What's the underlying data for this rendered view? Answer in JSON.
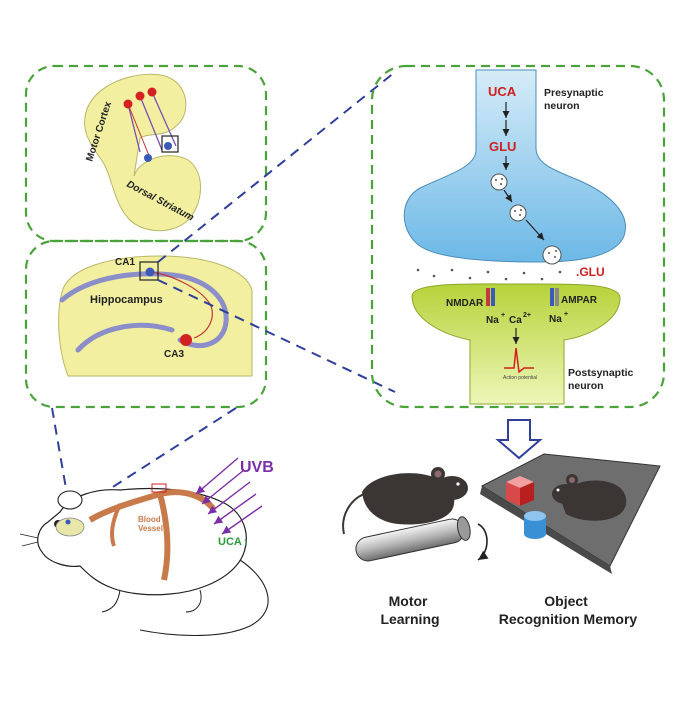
{
  "figure": {
    "left": {
      "motor_cortex": "Motor Cortex",
      "dorsal_striatum": "Dorsal Striatum",
      "ca1": "CA1",
      "hippocampus": "Hippocampus",
      "ca3": "CA3"
    },
    "synapse": {
      "uca": "UCA",
      "glu_top": "GLU",
      "presynaptic": [
        "Presynaptic",
        "neuron"
      ],
      "glu_release": ".GLU",
      "nmdar": "NMDAR",
      "ampar": "AMPAR",
      "na_left": "Na",
      "ca": "Ca",
      "ca_sup": "2+",
      "na_right": "Na",
      "plus": "+",
      "action_potential": "Action potential",
      "postsynaptic": [
        "Postsynaptic",
        "neuron"
      ]
    },
    "mouse": {
      "uvb": "UVB",
      "uca_up": "UCA",
      "uca_arrow": "↑",
      "blood_vessel": [
        "Blood",
        "Vessel"
      ]
    },
    "outcomes": {
      "motor_learning": [
        "Motor",
        "Learning"
      ],
      "object_recognition": [
        "Object",
        "Recognition Memory"
      ]
    },
    "colors": {
      "dash_green": "#4aa23b",
      "dash_blue": "#2f3f9a",
      "brain_yellow": "#f2f0a0",
      "presyn_blue": "#7ec4ea",
      "postsyn_green": "#c5dc4e",
      "red_text": "#d11f1f",
      "uvb_purple": "#7a2fa8",
      "uca_green": "#2a9a3a",
      "vessel_brown": "#c97a4a"
    }
  }
}
